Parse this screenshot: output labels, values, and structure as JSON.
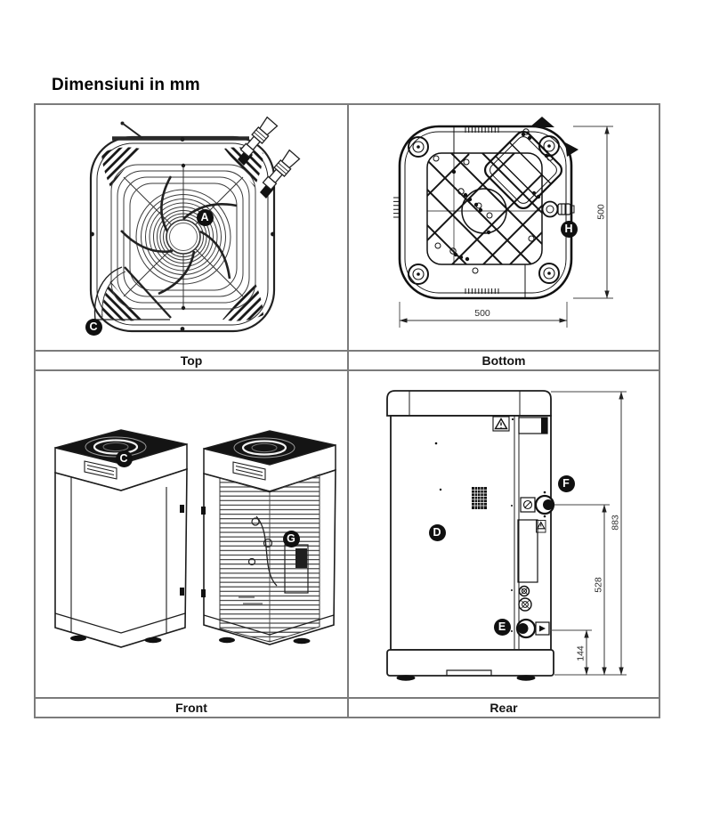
{
  "page": {
    "title": "Dimensiuni in mm"
  },
  "colors": {
    "ink": "#1c1c1c",
    "table_border": "#7b7b7b",
    "badge_bg": "#101010"
  },
  "views": {
    "top": {
      "caption": "Top",
      "callouts": {
        "a": "A",
        "c": "C"
      }
    },
    "bottom": {
      "caption": "Bottom",
      "callouts": {
        "h": "H"
      },
      "dims": {
        "width": "500",
        "depth": "500"
      }
    },
    "front": {
      "caption": "Front",
      "callouts": {
        "c": "C",
        "g": "G"
      }
    },
    "rear": {
      "caption": "Rear",
      "callouts": {
        "d": "D",
        "e": "E",
        "f": "F"
      },
      "dims": {
        "overall_height": "883",
        "upper_connection": "528",
        "lower_connection": "144"
      }
    }
  }
}
